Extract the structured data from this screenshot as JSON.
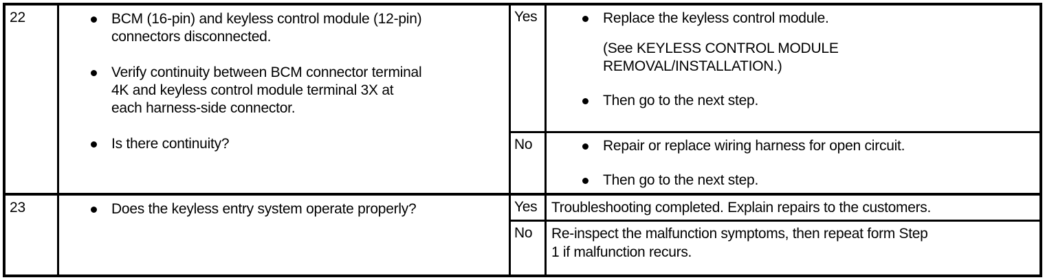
{
  "table": {
    "columns": [
      "step",
      "inspection",
      "answer",
      "action"
    ],
    "rows": [
      {
        "step": "22",
        "inspection_bullets": [
          "BCM (16-pin) and keyless control module (12-pin)\nconnectors disconnected.",
          "Verify continuity between BCM connector terminal\n4K and keyless control module terminal 3X at\neach harness-side connector.",
          "Is there continuity?"
        ],
        "answers": [
          {
            "label": "Yes",
            "bullets": [
              "Replace the keyless control module.",
              "Then go to the next step."
            ],
            "note": "(See KEYLESS CONTROL MODULE\nREMOVAL/INSTALLATION.)"
          },
          {
            "label": "No",
            "bullets": [
              "Repair or replace wiring harness for open circuit.",
              "Then go to the next step."
            ]
          }
        ]
      },
      {
        "step": "23",
        "inspection_bullets": [
          "Does the keyless entry system operate properly?"
        ],
        "answers": [
          {
            "label": "Yes",
            "text": "Troubleshooting completed. Explain repairs to the customers."
          },
          {
            "label": "No",
            "text": "Re-inspect the malfunction symptoms, then repeat form Step\n1 if malfunction recurs."
          }
        ]
      }
    ]
  },
  "colors": {
    "border": "#000000",
    "text": "#000000",
    "background": "#ffffff"
  }
}
